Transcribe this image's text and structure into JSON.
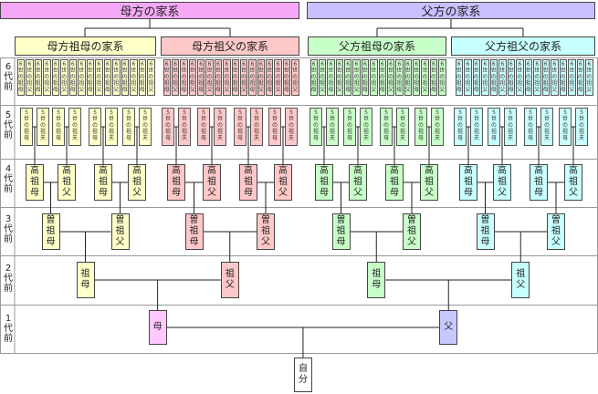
{
  "headers": {
    "maternal": "母方の家系",
    "paternal": "父方の家系"
  },
  "subheaders": {
    "mm": "母方祖母の家系",
    "mf": "母方祖父の家系",
    "pm": "父方祖母の家系",
    "pf": "父方祖父の家系"
  },
  "generations": [
    {
      "chars": [
        "6",
        "代",
        "前"
      ]
    },
    {
      "chars": [
        "5",
        "代",
        "前"
      ]
    },
    {
      "chars": [
        "4",
        "代",
        "前"
      ]
    },
    {
      "chars": [
        "3",
        "代",
        "前"
      ]
    },
    {
      "chars": [
        "2",
        "代",
        "前"
      ]
    },
    {
      "chars": [
        "1",
        "代",
        "前"
      ]
    }
  ],
  "labels": {
    "self": "自分",
    "mother": "母",
    "father": "父",
    "grandmother": "祖母",
    "grandfather": "祖父",
    "great_grandmother": "曽祖母",
    "great_grandfather": "曽祖父",
    "gg_grandmother": "高祖母",
    "gg_grandfather": "高祖父",
    "gen5_mother": "5世の祖母",
    "gen5_father": "5世の祖夫",
    "gen6_mother": "6世の祖母",
    "gen6_father": "6世の祖父"
  },
  "colors": {
    "maternal_header": "#f5a8f5",
    "paternal_header": "#c8c0ff",
    "mm": "#ffffc8",
    "mf": "#ffc8c8",
    "pm": "#c8ffc8",
    "pf": "#c8ffff",
    "mother": "#ffc8ff",
    "father": "#c8c8ff",
    "self": "#ffffff"
  }
}
